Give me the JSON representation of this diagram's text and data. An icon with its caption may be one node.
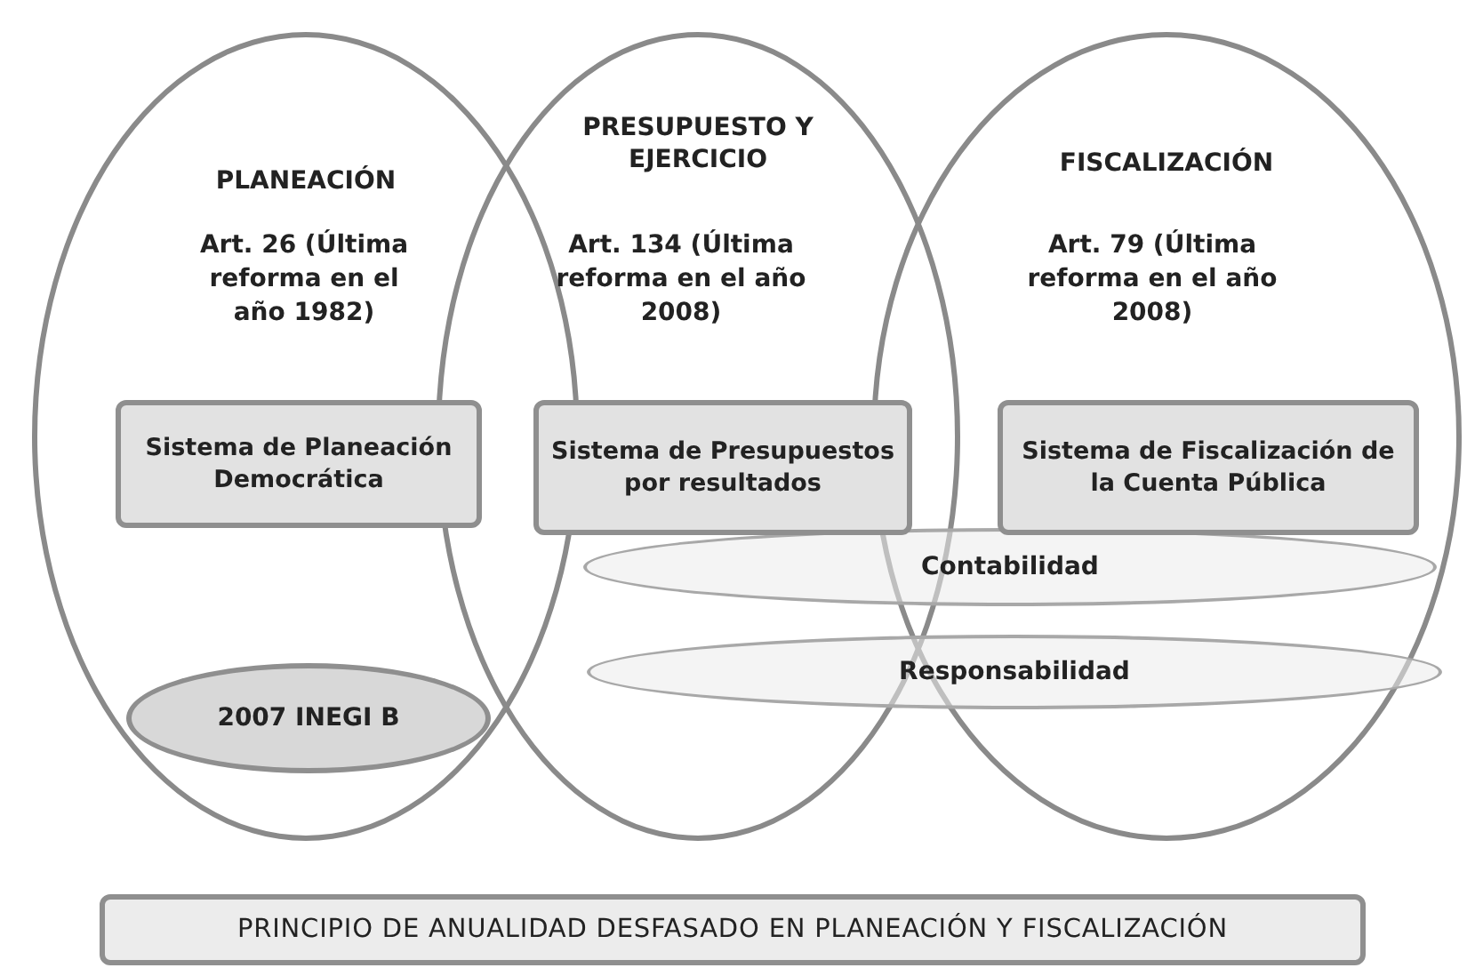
{
  "diagram": {
    "nodes": [
      {
        "text": [
          "PLANEACIÓN",
          "Art. 26 (Última reforma en el año 1982)"
        ]
      },
      {
        "text": [
          "Sistema de Planeación Democrática"
        ],
        "in": 0
      },
      {
        "text": [
          "2007 INEGI B"
        ],
        "in": 0
      },
      {
        "text": [
          "PRESUPUESTO Y EJERCICIO",
          "Art. 134 (Última reforma en el año 2008)"
        ]
      },
      {
        "text": [
          "Sistema de Presupuestos por resultados"
        ],
        "in": 3
      },
      {
        "text": [
          "FISCALIZACIÓN",
          "Art. 79 (Última reforma en el año 2008)"
        ]
      },
      {
        "text": [
          "Sistema de Fiscalización de la Cuenta Pública"
        ],
        "in": 5
      },
      {
        "text": [
          "Contabilidad"
        ]
      },
      {
        "text": [
          "Responsabilidad"
        ]
      },
      {
        "text": [
          "PRINCIPIO DE ANUALIDAD DESFASADO EN PLANEACIÓN Y FISCALIZACIÓN"
        ]
      }
    ]
  }
}
